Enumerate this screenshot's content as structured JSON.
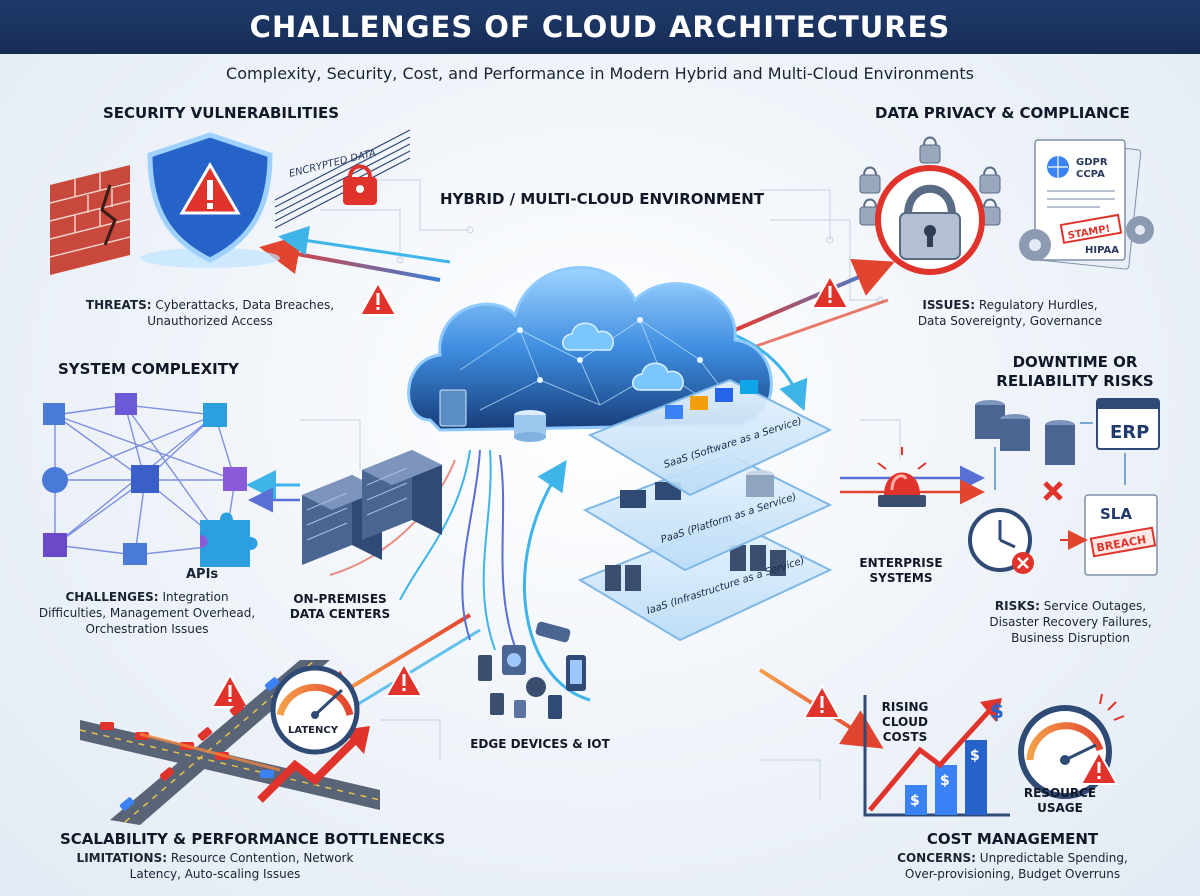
{
  "header": {
    "title": "CHALLENGES OF CLOUD ARCHITECTURES",
    "subtitle": "Complexity, Security, Cost, and Performance in Modern Hybrid and Multi-Cloud Environments"
  },
  "center": {
    "title": "HYBRID / MULTI-CLOUD ENVIRONMENT",
    "layers": {
      "saas": "SaaS (Software as a Service)",
      "paas": "PaaS (Platform as a Service)",
      "iaas": "IaaS (Infrastructure as a Service)"
    },
    "on_prem_line1": "ON-PREMISES",
    "on_prem_line2": "DATA CENTERS",
    "edge": "EDGE DEVICES & IOT",
    "enterprise_line1": "ENTERPRISE",
    "enterprise_line2": "SYSTEMS"
  },
  "security": {
    "title": "SECURITY VULNERABILITIES",
    "encrypted_label": "ENCRYPTED DATA",
    "desc_label": "THREATS:",
    "desc_line1": "Cyberattacks, Data Breaches,",
    "desc_line2": "Unauthorized Access"
  },
  "privacy": {
    "title": "DATA PRIVACY & COMPLIANCE",
    "doc_lines": [
      "GDPR",
      "CCPA",
      "HIPAA"
    ],
    "stamp": "STAMP!",
    "desc_label": "ISSUES:",
    "desc_line1": "Regulatory Hurdles,",
    "desc_line2": "Data Sovereignty, Governance"
  },
  "complexity": {
    "title": "SYSTEM COMPLEXITY",
    "apis": "APIs",
    "desc_label": "CHALLENGES:",
    "desc_line1": "Integration",
    "desc_line2": "Difficulties, Management Overhead,",
    "desc_line3": "Orchestration Issues"
  },
  "downtime": {
    "title_line1": "DOWNTIME OR",
    "title_line2": "RELIABILITY RISKS",
    "erp": "ERP",
    "sla": "SLA",
    "breach": "BREACH",
    "desc_label": "RISKS:",
    "desc_line1": "Service Outages,",
    "desc_line2": "Disaster Recovery Failures,",
    "desc_line3": "Business Disruption"
  },
  "scalability": {
    "title": "SCALABILITY & PERFORMANCE BOTTLENECKS",
    "latency": "LATENCY",
    "desc_label": "LIMITATIONS:",
    "desc_line1": "Resource Contention, Network",
    "desc_line2": "Latency, Auto-scaling Issues"
  },
  "cost": {
    "title": "COST MANAGEMENT",
    "rising_line1": "RISING",
    "rising_line2": "CLOUD",
    "rising_line3": "COSTS",
    "usage_line1": "RESOURCE",
    "usage_line2": "USAGE",
    "dollar": "$",
    "desc_label": "CONCERNS:",
    "desc_line1": "Unpredictable Spending,",
    "desc_line2": "Over-provisioning, Budget Overruns"
  },
  "colors": {
    "header_bg": "#1f3a6b",
    "cloud_blue": "#2f7fd6",
    "alert_red": "#e0332b",
    "arrow_orange": "#f07a2a",
    "arrow_cyan": "#3fb4e8"
  }
}
